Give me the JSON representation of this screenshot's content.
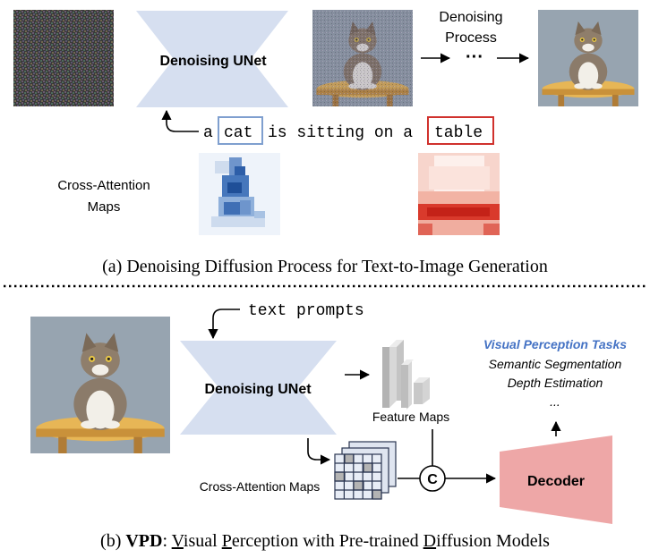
{
  "part_a": {
    "unet_label": "Denoising UNet",
    "process_label_line1": "Denoising",
    "process_label_line2": "Process",
    "ellipsis": "···",
    "prompt": {
      "w_a": "a",
      "w_cat": "cat",
      "w_mid": "is sitting on a",
      "w_table": "table"
    },
    "attention_label_line1": "Cross-Attention",
    "attention_label_line2": "Maps",
    "caption": "(a) Denoising Diffusion Process for Text-to-Image Generation"
  },
  "part_b": {
    "text_prompts": "text prompts",
    "unet_label": "Denoising UNet",
    "feature_maps_label": "Feature Maps",
    "cross_attention_label": "Cross-Attention Maps",
    "concat_symbol": "C",
    "decoder_label": "Decoder",
    "tasks_title": "Visual Perception Tasks",
    "task_1": "Semantic Segmentation",
    "task_2": "Depth Estimation",
    "task_more": "...",
    "caption": {
      "prefix": "(b) ",
      "bold": "VPD",
      "colon": ": ",
      "v": "V",
      "isual": "isual ",
      "p": "P",
      "erception": "erception with Pre-trained ",
      "d": "D",
      "iffusion": "iffusion Models"
    }
  },
  "colors": {
    "unet_fill": "#d6dff0",
    "decoder_fill": "#eea7a7",
    "task_title": "#4472c4",
    "cat_box": "#7f9fcf",
    "table_box": "#d0312d"
  }
}
